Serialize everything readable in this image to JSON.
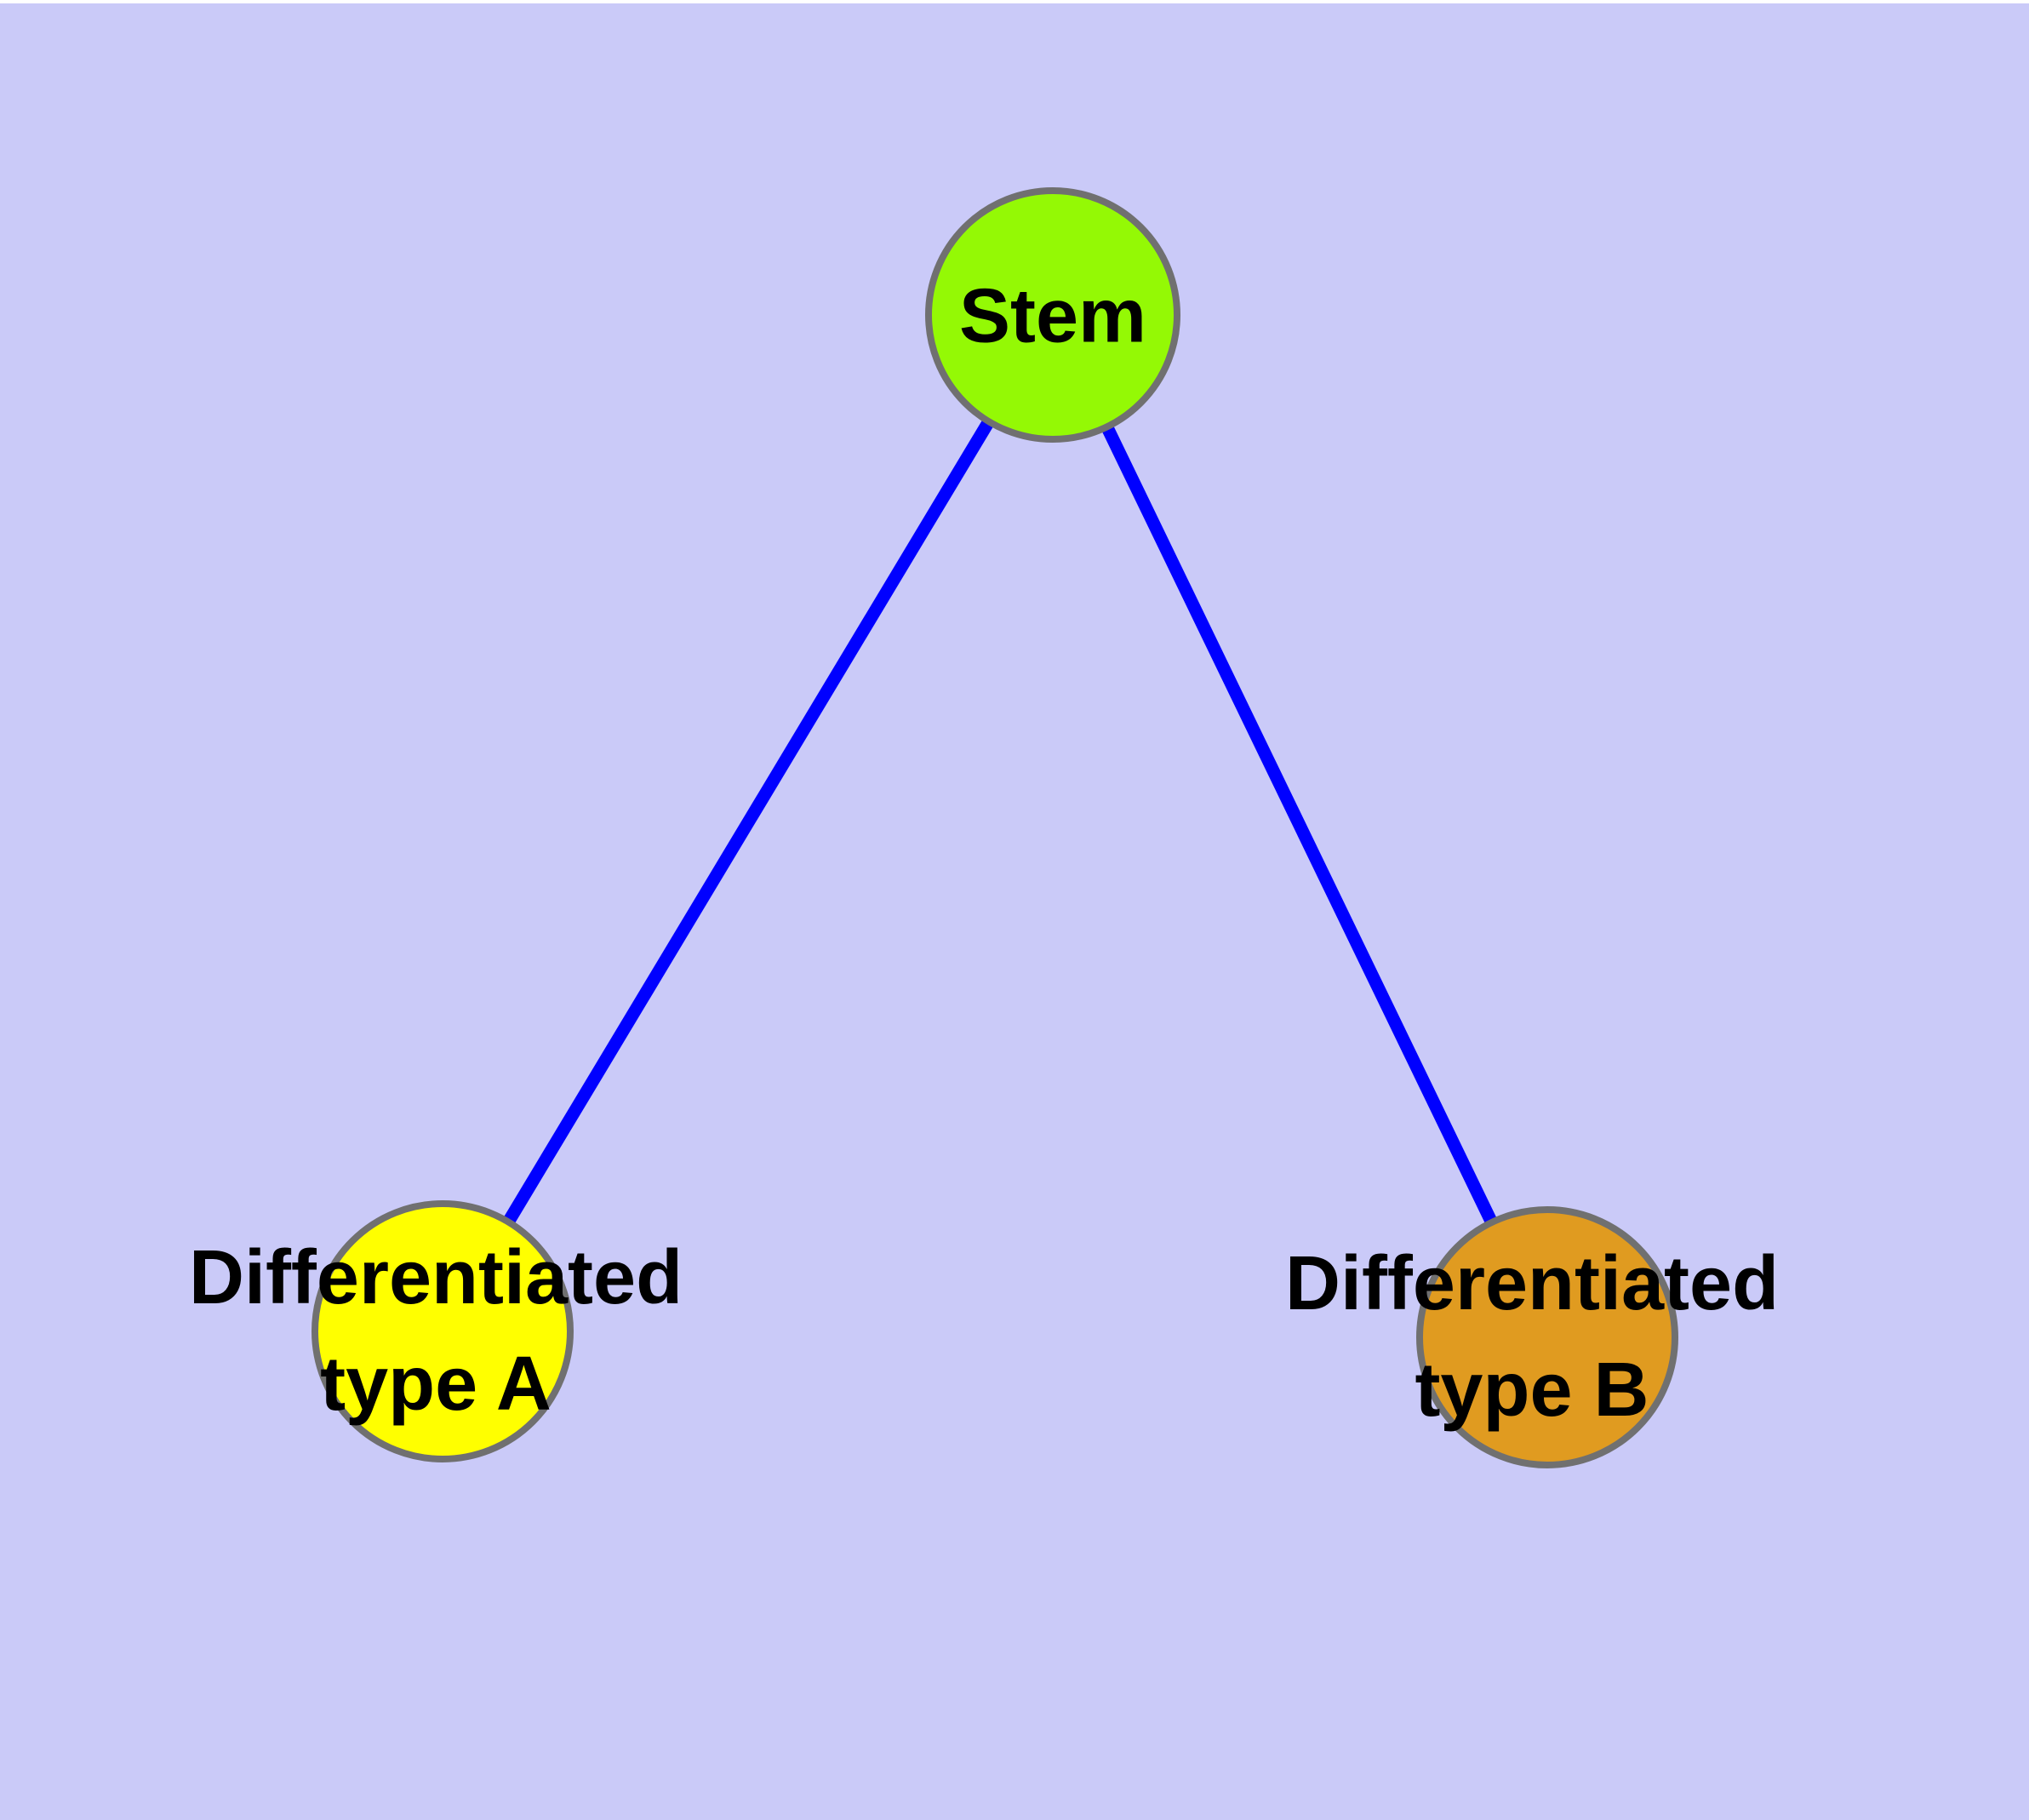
{
  "colors": {
    "background": "#CACAF8",
    "page_margin": "#FFFFFF",
    "node_border": "#707070",
    "edge": "#0000FF",
    "text": "#000000"
  },
  "nodes": {
    "stem": {
      "label": "Stem",
      "fill": "#94F905"
    },
    "type_a": {
      "label": "Differentiated\ntype A",
      "fill": "#FFFF00"
    },
    "type_b": {
      "label": "Differentiated\ntype B",
      "fill": "#E09B20"
    }
  },
  "edges": {
    "color": "#0000FF",
    "connections": [
      {
        "from": "Stem",
        "to": "Differentiated type A"
      },
      {
        "from": "Stem",
        "to": "Differentiated type B"
      }
    ]
  }
}
